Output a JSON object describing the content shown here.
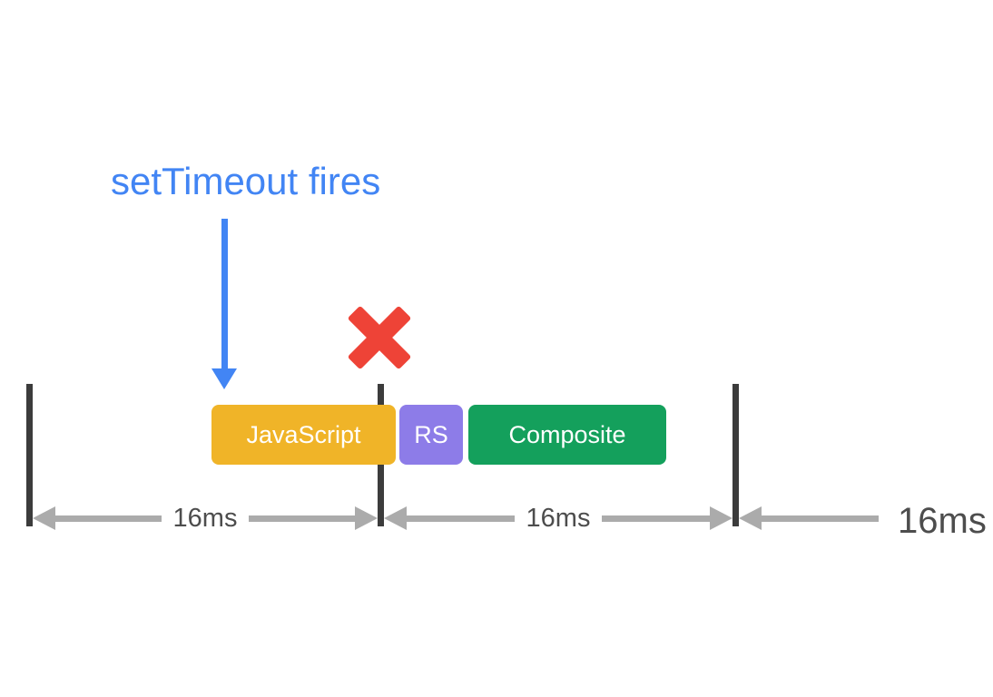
{
  "diagram": {
    "title": {
      "text": "setTimeout fires"
    },
    "tasks": [
      {
        "id": "javascript",
        "label": "JavaScript",
        "color": "#F0B428"
      },
      {
        "id": "rs",
        "label": "RS",
        "color": "#8D7CE8"
      },
      {
        "id": "composite",
        "label": "Composite",
        "color": "#14A05C"
      }
    ],
    "intervals": [
      {
        "label": "16ms"
      },
      {
        "label": "16ms"
      },
      {
        "label": "16ms"
      }
    ],
    "icons": {
      "pointer": "blue-down-arrow",
      "blocked": "red-x"
    },
    "colors": {
      "accent_blue": "#4285F4",
      "error_red": "#EE4337",
      "frame_boundary_dark": "#3C3C3C",
      "measure_gray": "#ABABAB",
      "interval_label_gray": "#4D4D4D",
      "background": "#FFFFFF"
    }
  }
}
